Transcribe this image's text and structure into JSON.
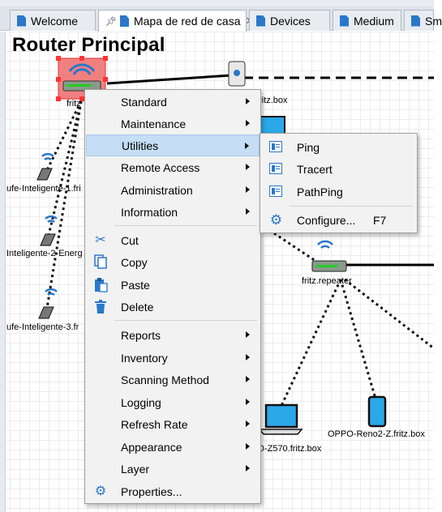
{
  "tabs": [
    {
      "label": "Welcome",
      "active": false
    },
    {
      "label": "Mapa de red de casa",
      "active": true
    },
    {
      "label": "Devices",
      "active": false
    },
    {
      "label": "Medium",
      "active": false
    },
    {
      "label": "Sm",
      "active": false
    }
  ],
  "map": {
    "title": "Router Principal",
    "labels": {
      "router": "fritz",
      "fritzbox": "fritz.box",
      "smartplug1": "ufe-Inteligente-1.fri",
      "smartplug2": "Inteligente-2-Energ",
      "smartplug3": "ufe-Inteligente-3.fr",
      "repeater": "fritz.repeater",
      "laptop": "D-Z570.fritz.box",
      "phone": "OPPO-Reno2-Z.fritz.box"
    }
  },
  "context_menu": {
    "items": [
      {
        "label": "Standard",
        "submenu": true,
        "icon": ""
      },
      {
        "label": "Maintenance",
        "submenu": true,
        "icon": ""
      },
      {
        "label": "Utilities",
        "submenu": true,
        "icon": "",
        "highlighted": true
      },
      {
        "label": "Remote Access",
        "submenu": true,
        "icon": ""
      },
      {
        "label": "Administration",
        "submenu": true,
        "icon": ""
      },
      {
        "label": "Information",
        "submenu": true,
        "icon": ""
      },
      {
        "label": "Cut",
        "submenu": false,
        "icon": "scissors-icon"
      },
      {
        "label": "Copy",
        "submenu": false,
        "icon": "copy-icon"
      },
      {
        "label": "Paste",
        "submenu": false,
        "icon": "paste-icon"
      },
      {
        "label": "Delete",
        "submenu": false,
        "icon": "trash-icon"
      },
      {
        "label": "Reports",
        "submenu": true,
        "icon": ""
      },
      {
        "label": "Inventory",
        "submenu": true,
        "icon": ""
      },
      {
        "label": "Scanning Method",
        "submenu": true,
        "icon": ""
      },
      {
        "label": "Logging",
        "submenu": true,
        "icon": ""
      },
      {
        "label": "Refresh Rate",
        "submenu": true,
        "icon": ""
      },
      {
        "label": "Appearance",
        "submenu": true,
        "icon": ""
      },
      {
        "label": "Layer",
        "submenu": true,
        "icon": ""
      },
      {
        "label": "Properties...",
        "submenu": false,
        "icon": "gears-icon"
      }
    ]
  },
  "submenu": {
    "items": [
      {
        "label": "Ping",
        "shortcut": "",
        "icon": "window-icon"
      },
      {
        "label": "Tracert",
        "shortcut": "",
        "icon": "window-icon"
      },
      {
        "label": "PathPing",
        "shortcut": "",
        "icon": "window-icon"
      },
      {
        "label": "Configure...",
        "shortcut": "F7",
        "icon": "gear-icon"
      }
    ]
  },
  "colors": {
    "accent": "#2a77c9",
    "highlight": "#c5def5",
    "selection": "#f08080"
  }
}
